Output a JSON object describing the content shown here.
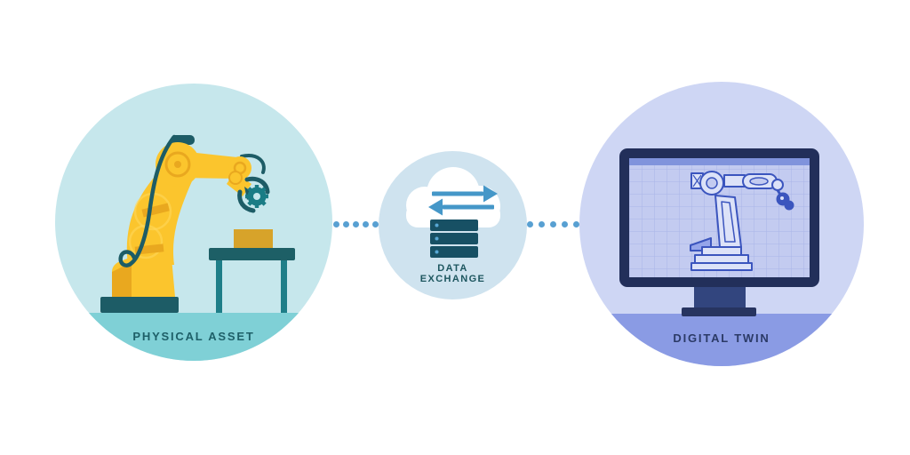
{
  "diagram": {
    "name": "Digital Twin Concept Diagram",
    "left_panel": {
      "label": "PHYSICAL ASSET"
    },
    "center_panel": {
      "label_line1": "DATA",
      "label_line2": "EXCHANGE"
    },
    "right_panel": {
      "label": "DIGITAL TWIN"
    }
  },
  "connectors": {
    "left_dot_count": 5,
    "right_dot_count": 5
  },
  "icons": {
    "robot-arm-icon": "industrial robot arm holding a gear",
    "gear-icon": "cog held by robot gripper",
    "workbench-icon": "table with box",
    "cloud-icon": "white cloud",
    "sync-arrows-icon": "two opposing transfer arrows",
    "server-stack-icon": "three stacked server units",
    "monitor-icon": "desktop monitor",
    "blueprint-robot-icon": "CAD outline of robot arm on grid"
  },
  "palette": {
    "background": "#ffffff",
    "physical_circle": "#c6e7ec",
    "physical_floor": "#7fd0d6",
    "teal_dark": "#1d5c66",
    "teal_medium": "#1e7e88",
    "robot_yellow": "#fbc52d",
    "robot_yellow_shade": "#e9a81f",
    "box_gold": "#d7a32a",
    "exchange_circle": "#cfe3ef",
    "arrow_blue": "#4597c8",
    "server_navy": "#175064",
    "server_dot_blue": "#57a7d4",
    "connector_dot_blue": "#58a0d2",
    "digital_circle": "#ced6f4",
    "digital_floor": "#8a9be4",
    "monitor_bezel_navy": "#222f5a",
    "monitor_stand_blue": "#32457e",
    "screen_lavender": "#c3cbf0",
    "screen_titlebar": "#8093dc",
    "screen_grid_line": "#aab4e8",
    "blueprint_blue": "#3b55be",
    "label_teal": "#1e5f68",
    "label_navy": "#2b3a66"
  }
}
